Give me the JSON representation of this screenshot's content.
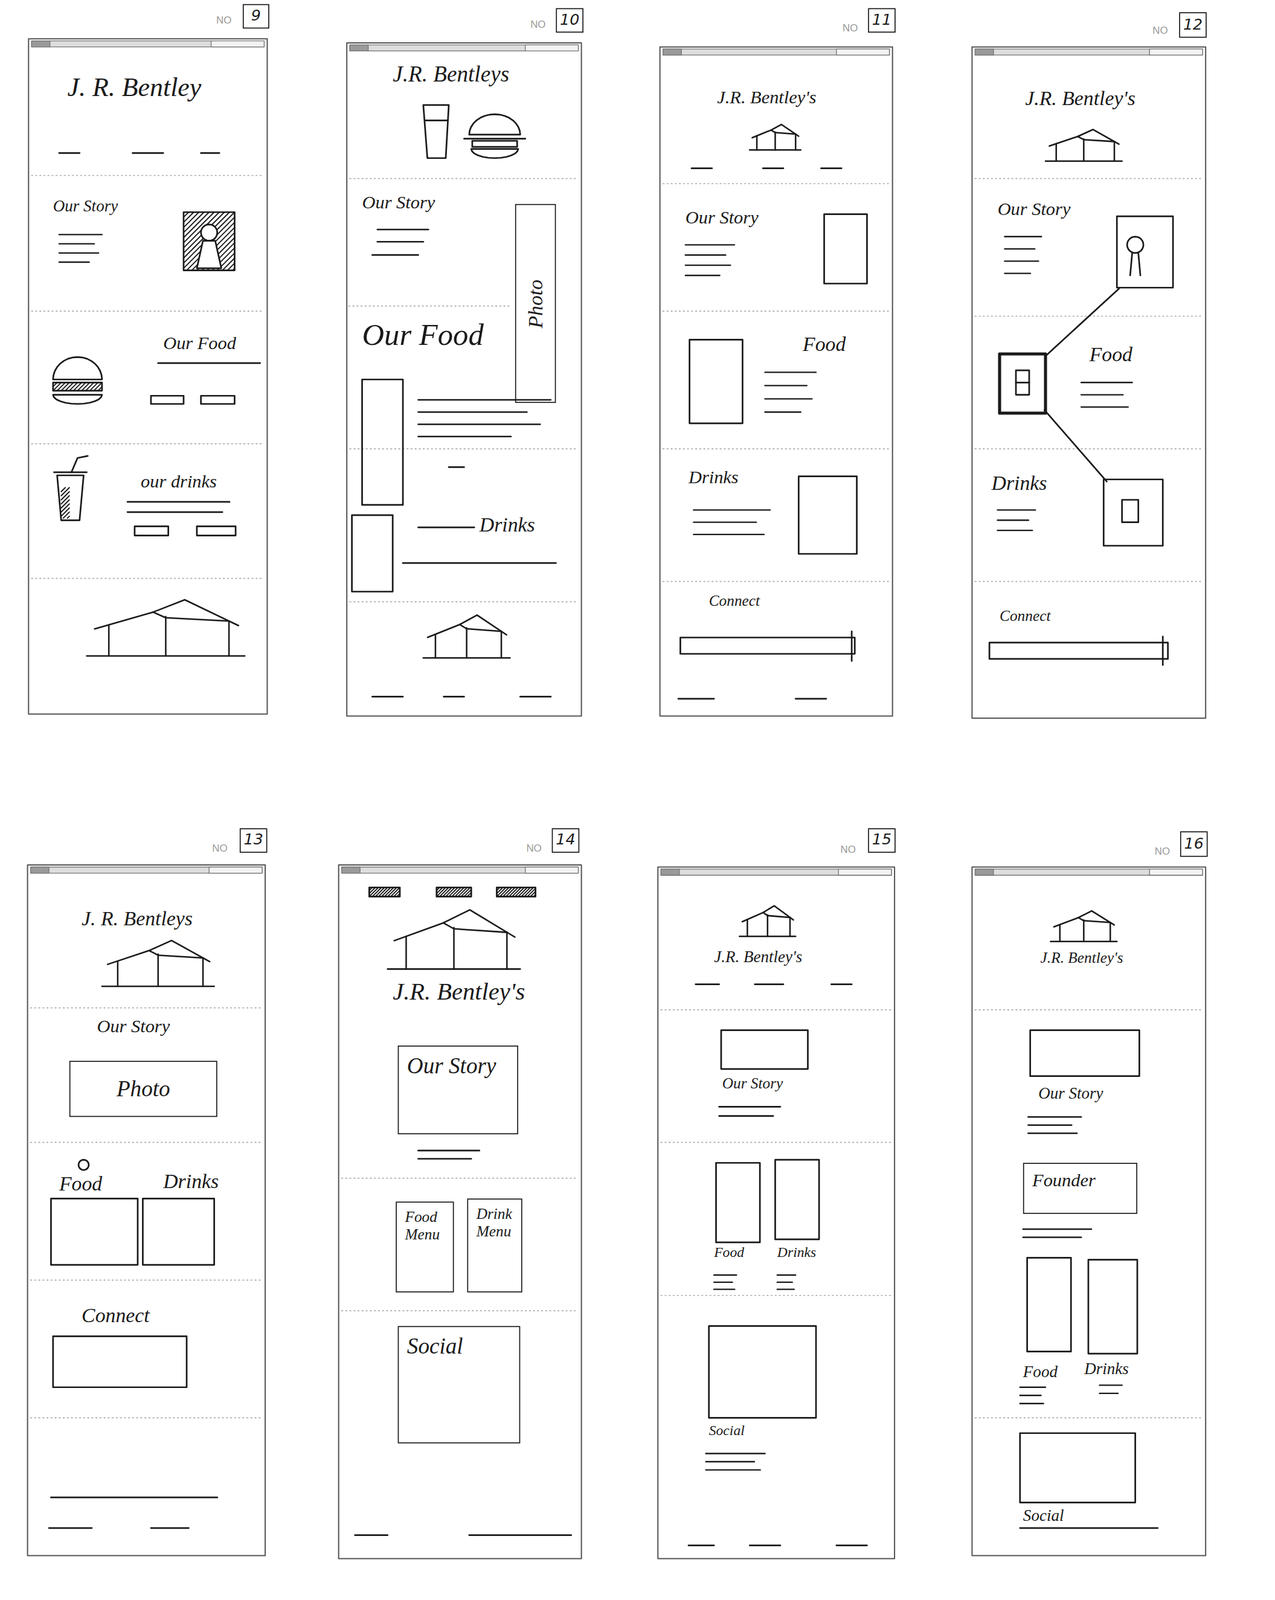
{
  "diagram": {
    "nodes": [
      {
        "text": [
          "9"
        ]
      },
      {
        "text": [
          "10"
        ]
      },
      {
        "text": [
          "Photo"
        ]
      },
      {
        "text": [
          "11"
        ]
      },
      {
        "text": [
          "12"
        ]
      },
      {
        "text": [
          "13"
        ]
      },
      {
        "text": [
          "Photo"
        ]
      },
      {
        "text": [
          "14"
        ]
      },
      {
        "text": [
          "Our Story"
        ]
      },
      {
        "text": [
          "Food Menu"
        ]
      },
      {
        "text": [
          "Drink Menu"
        ]
      },
      {
        "text": [
          "Social"
        ]
      },
      {
        "text": [
          "15"
        ]
      },
      {
        "text": [
          "16"
        ]
      },
      {
        "text": [
          "Founder"
        ]
      }
    ],
    "labels": [
      "NO",
      "NO",
      "NO",
      "NO",
      "NO",
      "NO",
      "NO",
      "NO",
      "J. R. Bentley",
      "Our Story",
      "Our Food",
      "our drinks",
      "J.R. Bentleys",
      "Our Story",
      "Our Food",
      "Drinks",
      "J.R. Bentley's",
      "Our Story",
      "Food",
      "Drinks",
      "Connect",
      "J.R. Bentley's",
      "Our Story",
      "Food",
      "Drinks",
      "Connect",
      "J. R. Bentleys",
      "Our Story",
      "Food",
      "Drinks",
      "Connect",
      "J.R. Bentley's",
      "J.R. Bentley's",
      "Our Story",
      "Food",
      "Drinks",
      "Social",
      "J.R. Bentley's",
      "Our Story",
      "Food",
      "Drinks",
      "Social"
    ]
  }
}
